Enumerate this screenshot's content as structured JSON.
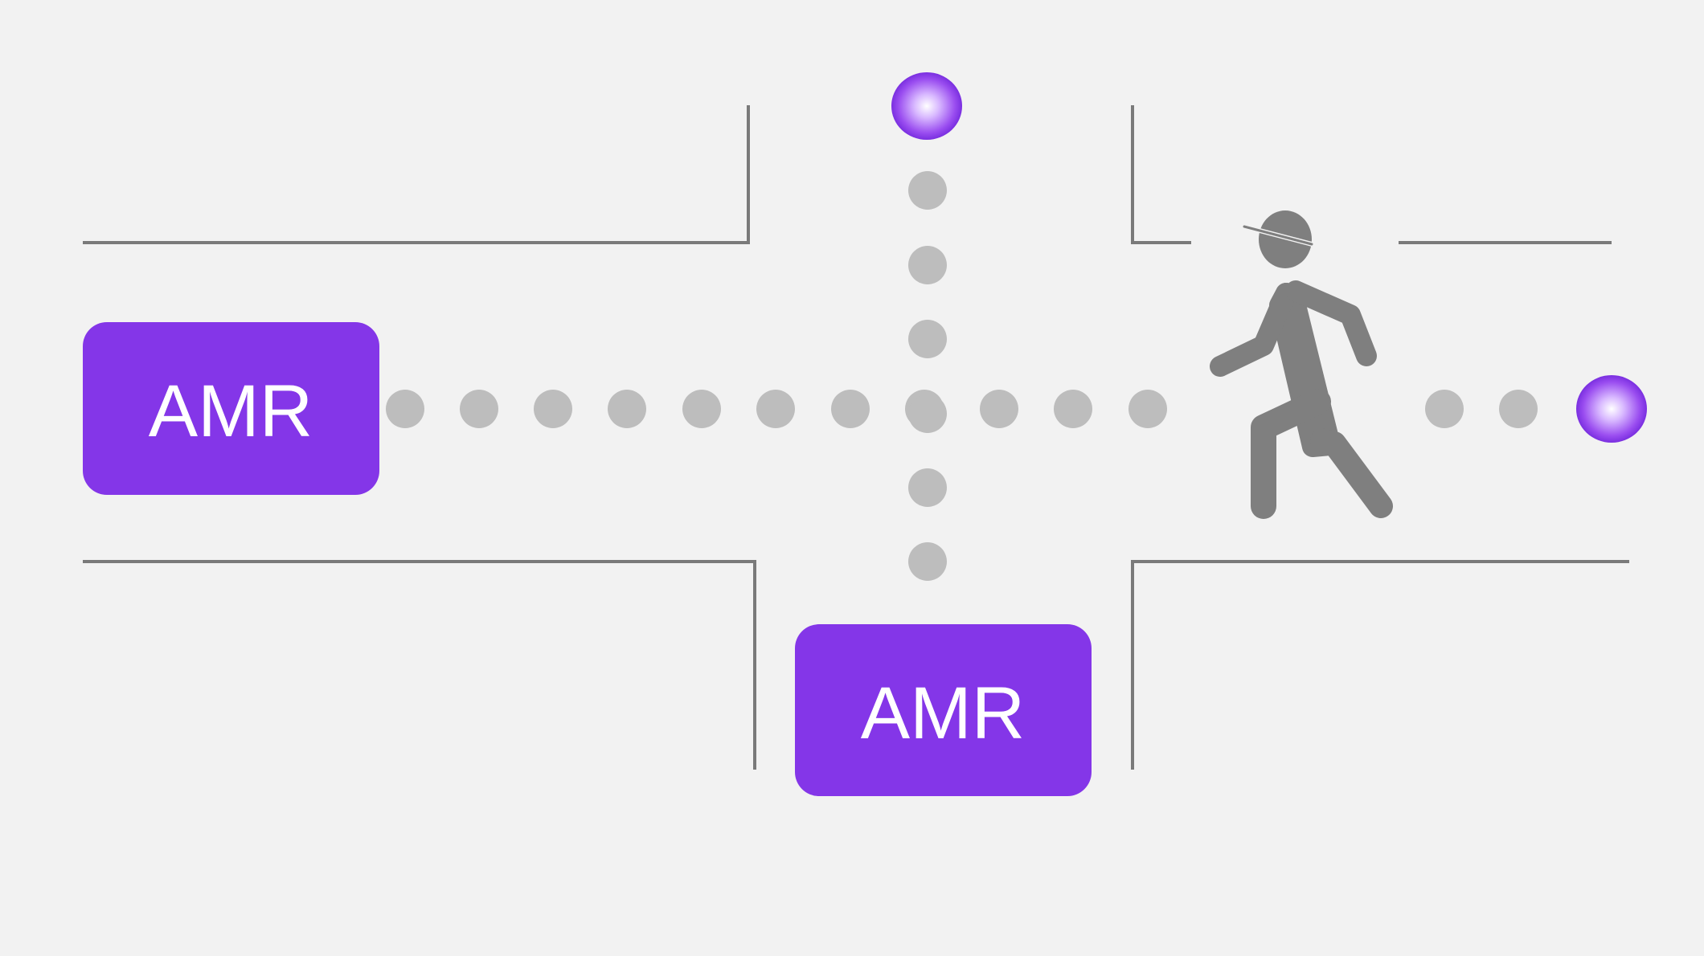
{
  "diagram": {
    "robots": [
      {
        "label": "AMR"
      },
      {
        "label": "AMR"
      }
    ],
    "icons": {
      "pedestrian": "pedestrian-with-hardhat-icon",
      "destination": "glowing-destination-marker"
    },
    "colors": {
      "background": "#f2f2f2",
      "robot": "#8436e8",
      "walls": "#7a7a7a",
      "path_dots": "#bdbdbd",
      "pedestrian": "#7f7f7f",
      "marker_core": "#ffffff",
      "marker_edge": "#8436e8"
    }
  }
}
